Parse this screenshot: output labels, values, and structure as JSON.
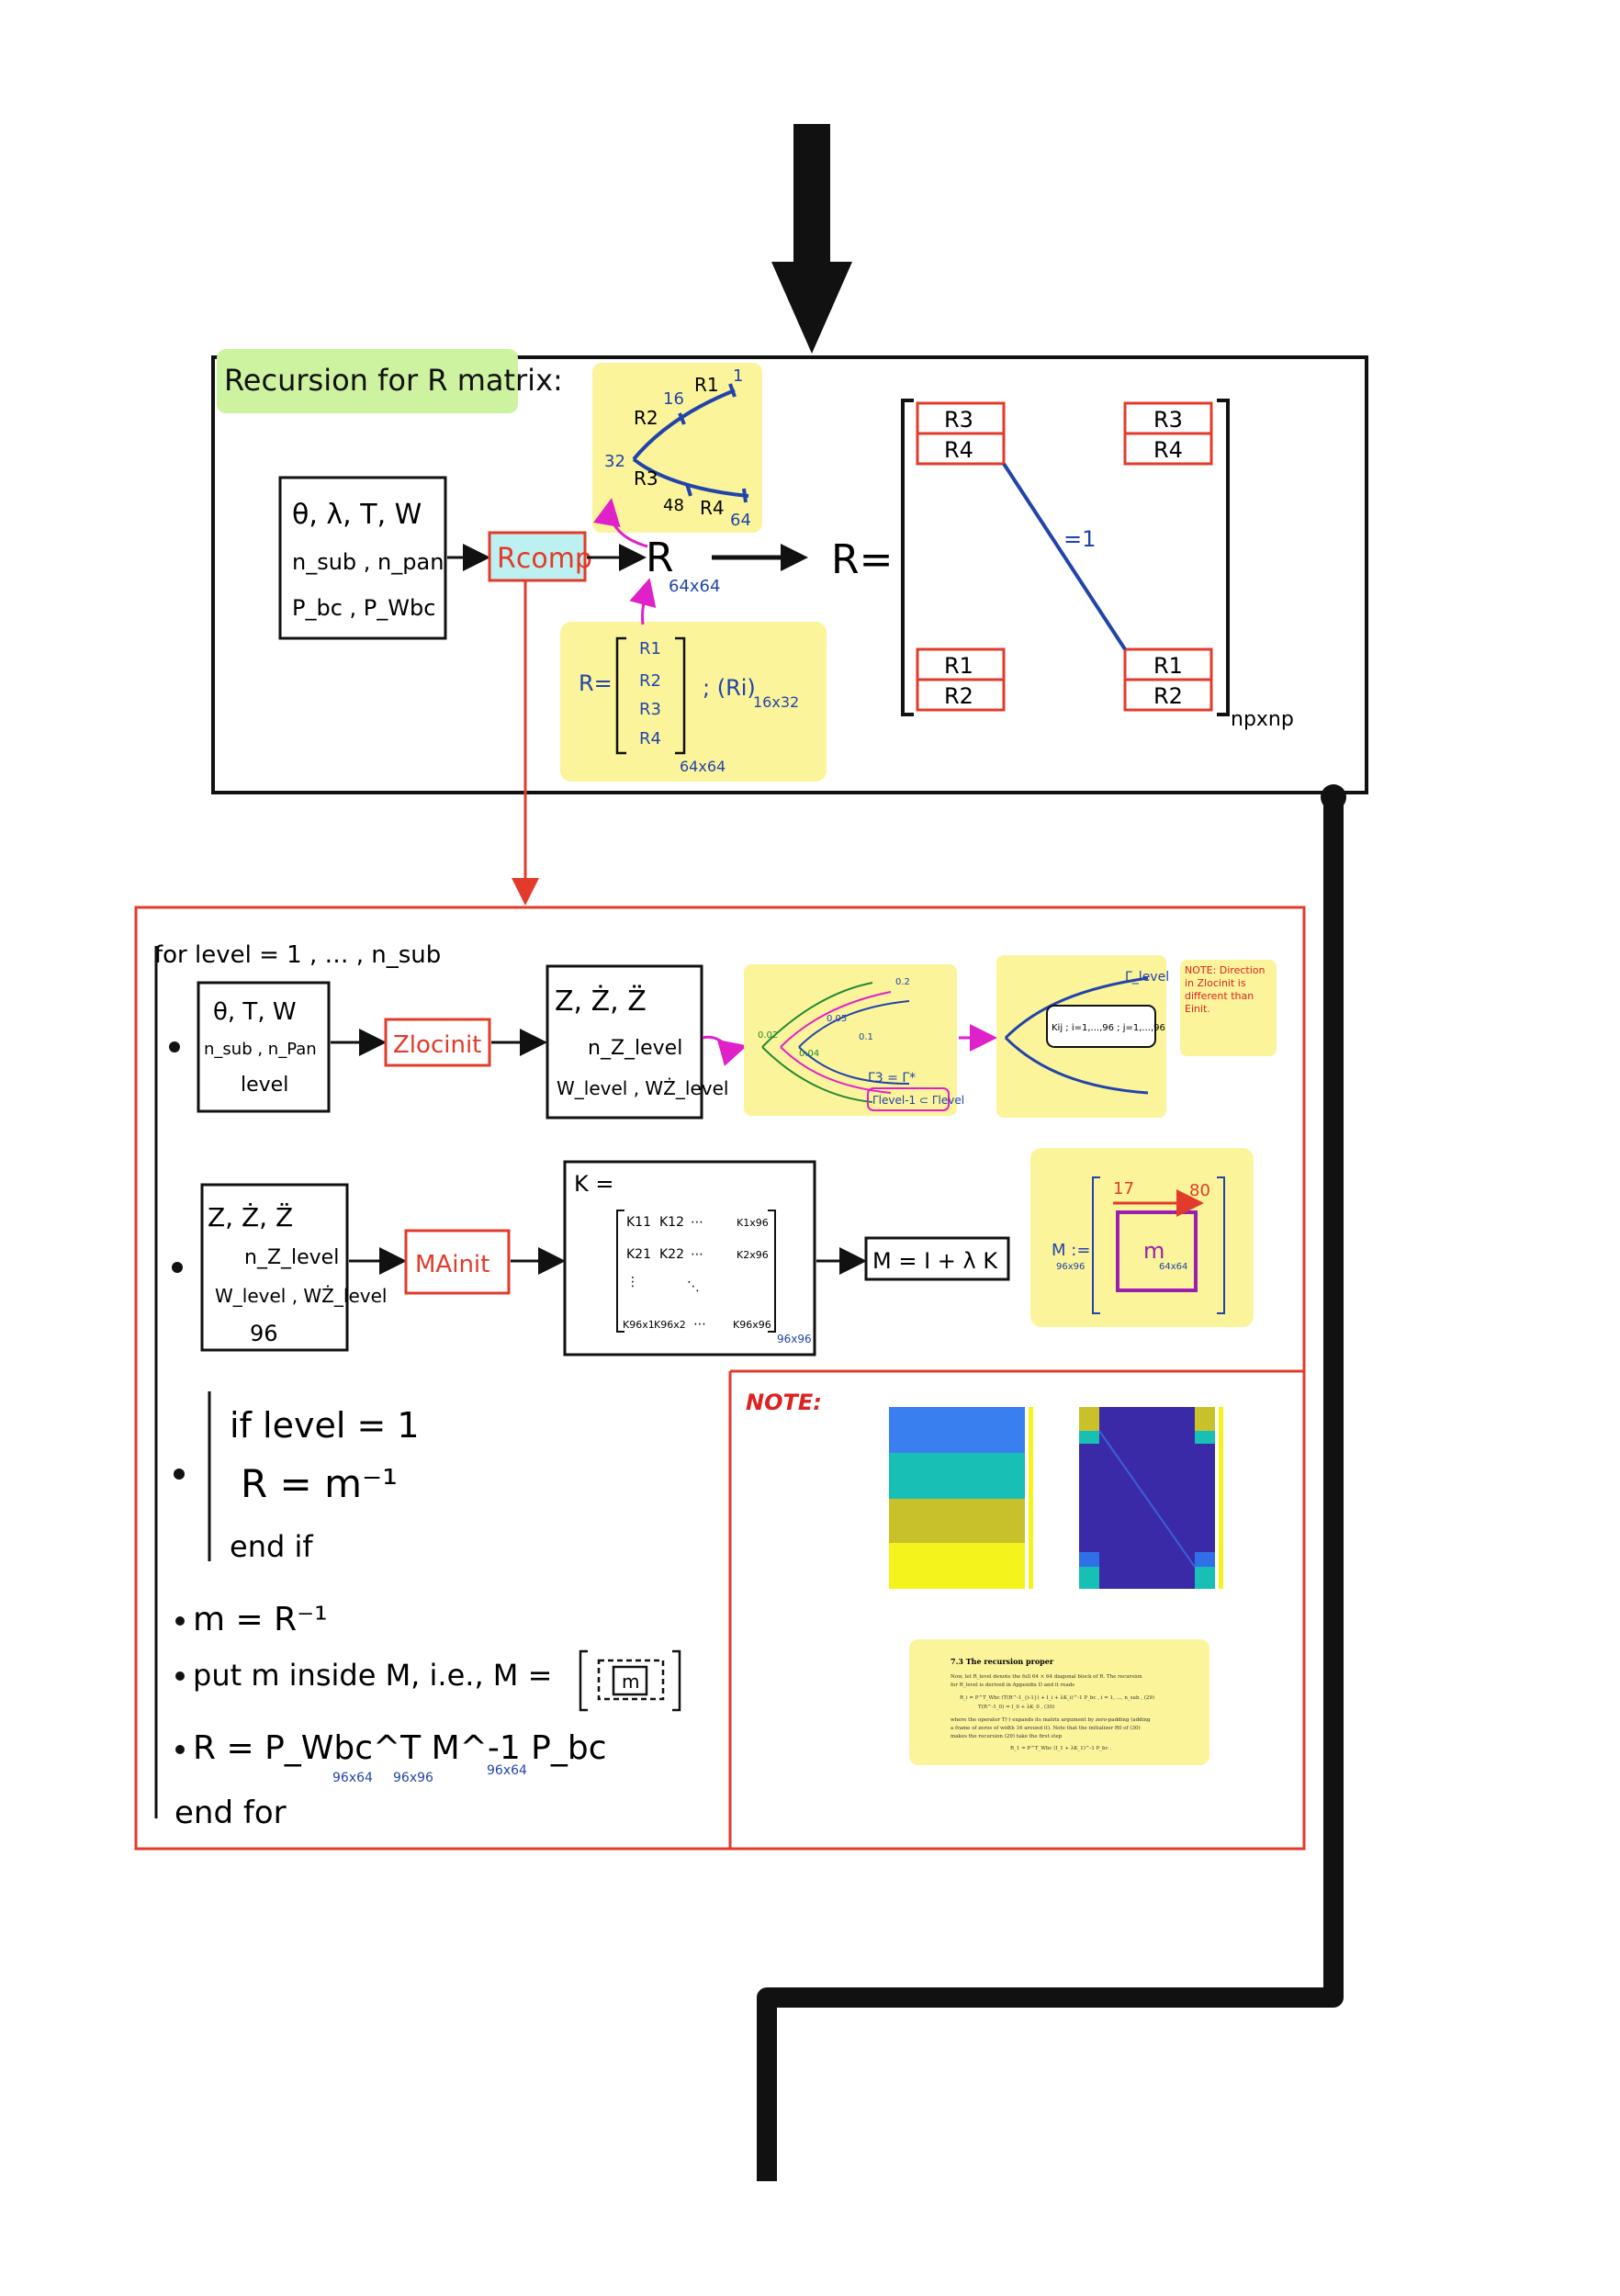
{
  "colors": {
    "ink": "#111111",
    "red": "#e23b2b",
    "blue": "#2244aa",
    "magenta": "#e020c8",
    "yellow_panel": "#fbf49a",
    "green_panel": "#cdf2a0",
    "cyan_box": "#bdf0f0",
    "note_red": "#dd2222"
  },
  "top_section": {
    "title": "Recursion for R matrix:",
    "inputs": [
      "θ, λ, T, W",
      "n_sub , n_pan",
      "P_bc , P_Wbc"
    ],
    "rcomp_label": "Rcomp",
    "r_label": "R",
    "r_size": "64x64",
    "r_eq": "R=",
    "r_block_size": "npxnp",
    "diag_label": "=1",
    "curve_labels": {
      "r1": "R1",
      "r2": "R2",
      "r3": "R3",
      "r4": "R4",
      "n16": "16",
      "n1": "1",
      "n32": "32",
      "n48": "48",
      "n64": "64"
    },
    "r_def": {
      "eq": "R=",
      "rows": [
        "R1",
        "R2",
        "R3",
        "R4"
      ],
      "rhs": "; (Ri)",
      "rhs_size": "16x32",
      "size": "64x64"
    },
    "corner_blocks": {
      "top": [
        "R3",
        "R4"
      ],
      "bottom": [
        "R1",
        "R2"
      ]
    }
  },
  "loop_section": {
    "header": "for level = 1 , … , n_sub",
    "row1": {
      "inputs": [
        "θ, T, W",
        "n_sub , n_Pan",
        "level"
      ],
      "func": "Zlocinit",
      "outputs": [
        "Z, Ż, Z̈",
        "n_Z_level",
        "W_level , WŻ_level"
      ],
      "note": "NOTE: Direction in Zlocinit is different than Einit.",
      "kij_box": "Kij ; i=1,...,96 ; j=1,...,96",
      "gamma_text": "Γ_level",
      "plot_labels": [
        "0.2",
        "0.1",
        "0.05",
        "0.04",
        "0.02",
        "Γ3 = Γ*",
        "Γlevel-1 ⊂ Γlevel"
      ]
    },
    "row2": {
      "inputs": [
        "Z, Ż, Z̈",
        "n_Z_level",
        "W_level , WŻ_level",
        "96"
      ],
      "func": "MAinit",
      "k_title": "K =",
      "k_entries": [
        "K11",
        "K12",
        "⋯",
        "K1x96",
        "K21",
        "K22",
        "⋯",
        "K2x96",
        "⋮",
        "⋱",
        "K96x1",
        "K96x2",
        "⋯",
        "K96x96"
      ],
      "k_size": "96x96",
      "m_eq": "M = I + λ K",
      "m_block": {
        "label": "M :=",
        "size": "96x96",
        "m": "m",
        "m_size": "64x64",
        "n17": "17",
        "n80": "80"
      }
    },
    "row3": {
      "if": "if level = 1",
      "assign": "R = m⁻¹",
      "endif": "end if"
    },
    "steps": [
      "m = R⁻¹",
      "put m inside M, i.e., M =",
      "R = P_Wbc^T M^-1 P_bc",
      "end for"
    ],
    "sub_sizes": {
      "wbc": "96x64",
      "m": "96x96",
      "bc": "96x64"
    },
    "note_title": "NOTE:",
    "paper": {
      "heading": "7.3   The recursion proper",
      "lines": [
        "Now, let R_level denote the full 64 × 64 diagonal block of R. The recursion",
        "for R_level is derived in Appendix D and it reads",
        "R_i = P^T_Wbc (T(R^-1_{i-1}) + I_i + λK_i)^-1 P_bc ,   i = 1, ..., n_sub ,     (29)",
        "T(R^-1_0) = I_0 + λK_0 ,                                                       (30)",
        "where the operator T(·) expands its matrix argument by zero-padding (adding",
        "a frame of zeros of width 16 around it). Note that the initializer R0 of (30)",
        "makes the recursion (29) take the first step",
        "R_1 = P^T_Wbc (I_1 + λK_1)^-1 P_bc ."
      ]
    }
  }
}
